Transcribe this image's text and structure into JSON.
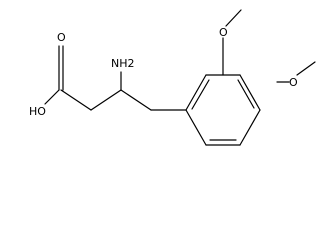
{
  "molecule": {
    "labels": {
      "amine": "NH2",
      "acid_oxygen_double": "O",
      "acid_hydroxyl": "HO",
      "methoxy_top_oxygen": "O",
      "methoxy_bottom_oxygen": "O"
    }
  },
  "colors": {
    "background": "#ffffff",
    "bond": "#000000",
    "text": "#000000"
  }
}
